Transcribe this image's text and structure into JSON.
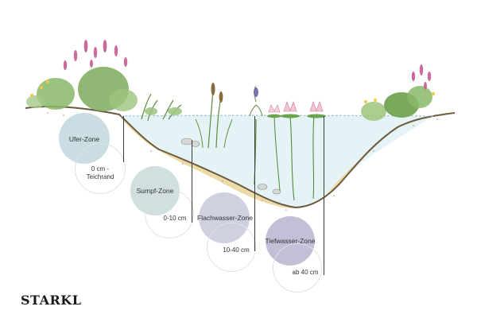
{
  "zones": [
    {
      "key": "ufer",
      "name": "Ufer-Zone",
      "depth_line1": "0 cm -",
      "depth_line2": "Teichrand",
      "color": "#c9dde2"
    },
    {
      "key": "sumpf",
      "name": "Sumpf-Zone",
      "depth_line1": "0-10 cm",
      "depth_line2": "",
      "color": "#d1e0df"
    },
    {
      "key": "flach",
      "name": "Flachwasser-Zone",
      "depth_line1": "10-40 cm",
      "depth_line2": "",
      "color": "#cfd1e1"
    },
    {
      "key": "tief",
      "name": "Tiefwasser-Zone",
      "depth_line1": "ab 40 cm",
      "depth_line2": "",
      "color": "#c3bfd6"
    }
  ],
  "brand": {
    "logo_text": "STARKL"
  },
  "colors": {
    "water": "#e6f3f6",
    "soil": "#e9d9a8",
    "soil_edge": "#7a6a4a",
    "plant": "#6e9e4a",
    "flower_pink": "#d98aa8",
    "flower_purple": "#a0529a"
  }
}
